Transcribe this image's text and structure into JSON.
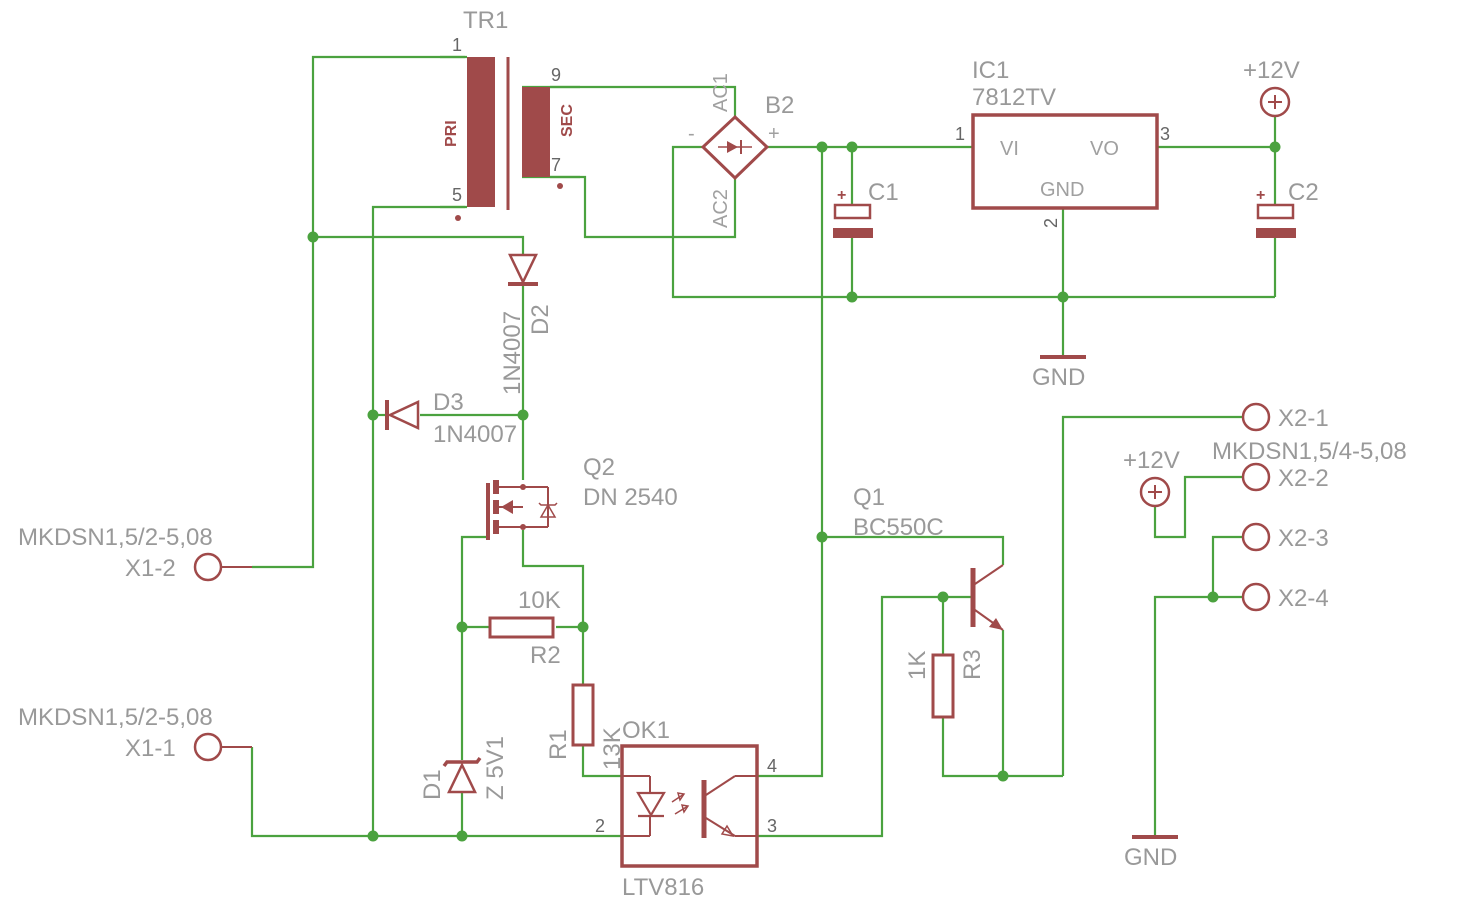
{
  "transformer": {
    "ref": "TR1",
    "primary": "PRI",
    "secondary": "SEC",
    "pins": [
      "1",
      "5",
      "9",
      "7"
    ]
  },
  "bridge": {
    "ref": "B2",
    "ac1": "AC1",
    "ac2": "AC2",
    "minus": "-",
    "plus": "+"
  },
  "regulator": {
    "ref": "IC1",
    "value": "7812TV",
    "vi": "VI",
    "vo": "VO",
    "gnd": "GND",
    "pin1": "1",
    "pin2": "2",
    "pin3": "3"
  },
  "c1": {
    "ref": "C1",
    "plus": "+"
  },
  "c2": {
    "ref": "C2",
    "plus": "+"
  },
  "supply_top": {
    "label": "+12V"
  },
  "supply_right": {
    "label": "+12V"
  },
  "gnd_top": {
    "label": "GND"
  },
  "gnd_bottom": {
    "label": "GND"
  },
  "d2": {
    "ref": "D2",
    "value": "1N4007"
  },
  "d3": {
    "ref": "D3",
    "value": "1N4007"
  },
  "q2": {
    "ref": "Q2",
    "value": "DN 2540"
  },
  "q1": {
    "ref": "Q1",
    "value": "BC550C"
  },
  "r2": {
    "ref": "R2",
    "value": "10K"
  },
  "r1": {
    "ref": "R1",
    "value": "13K"
  },
  "r3": {
    "ref": "R3",
    "value": "1K"
  },
  "d1": {
    "ref": "D1",
    "value": "Z 5V1"
  },
  "ok1": {
    "ref": "OK1",
    "value": "LTV816",
    "pin4": "4",
    "pin3": "3",
    "pin2": "2"
  },
  "x1": {
    "type": "MKDSN1,5/2-5,08",
    "type_bottom": "MKDSN1,5/2-5,08",
    "pin2": "X1-2",
    "pin1": "X1-1"
  },
  "x2": {
    "type": "MKDSN1,5/4-5,08",
    "pin1": "X2-1",
    "pin2": "X2-2",
    "pin3": "X2-3",
    "pin4": "X2-4"
  }
}
